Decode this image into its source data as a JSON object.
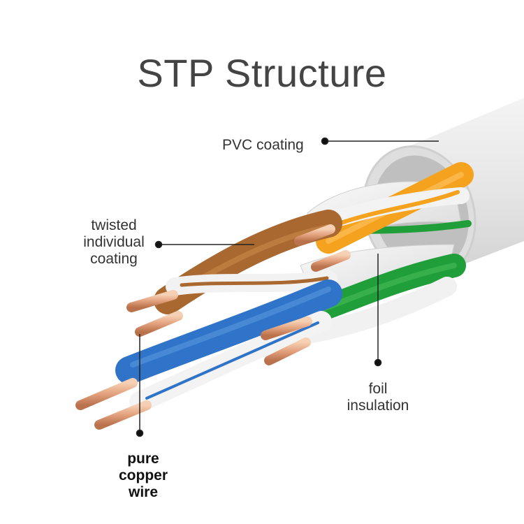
{
  "title": "STP Structure",
  "labels": {
    "pvc": "PVC coating",
    "twisted": [
      "twisted",
      "individual",
      "coating"
    ],
    "foil": [
      "foil",
      "insulation"
    ],
    "copper": [
      "pure",
      "copper",
      "wire"
    ]
  },
  "colors": {
    "title": "#444444",
    "jacket": "#e9e9e9",
    "orange": "#f5a21f",
    "brown": "#a8682f",
    "blue": "#2f74c8",
    "green": "#1f9e3a",
    "copper": "#e2a07c",
    "leader": "#222222"
  }
}
